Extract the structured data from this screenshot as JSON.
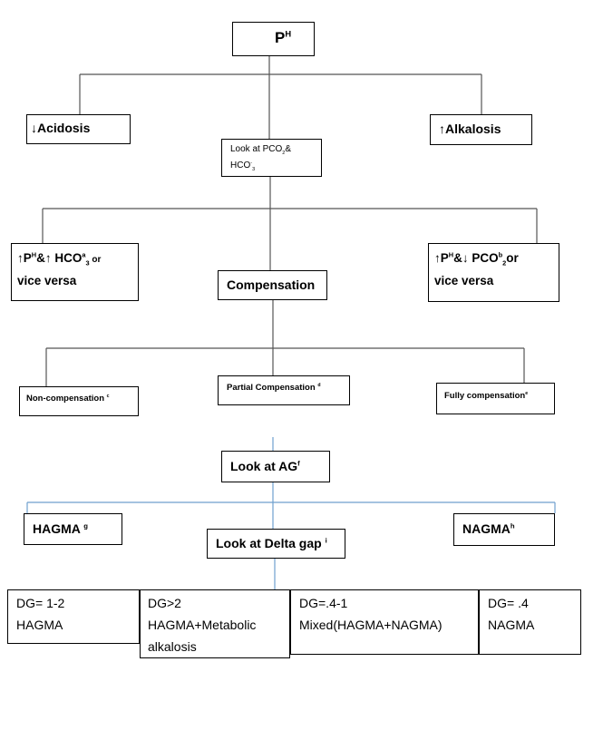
{
  "nodes": {
    "ph": {
      "main": "P",
      "sup": "H"
    },
    "acidosis": {
      "arrow": "↓",
      "label": "Acidosis"
    },
    "alkalosis": {
      "arrow": "↑",
      "label": "Alkalosis"
    },
    "look_pco2": {
      "line1_a": "Look at PCO",
      "line1_sub": "2",
      "line1_b": "&",
      "line2_a": "HCO",
      "line2_sup": "-",
      "line2_sub": "3"
    },
    "left_case": {
      "a1": "↑P",
      "a1_sup": "H",
      "a2": "&↑ HCO",
      "a2_sup": "a",
      "a2_sub": "3",
      "a3": " or",
      "line2": "vice versa"
    },
    "compensation": {
      "label": "Compensation"
    },
    "right_case": {
      "a1": "↑P",
      "a1_sup": "H",
      "a2": "&↓ PCO",
      "a2_sup": "b",
      "a2_sub": "2",
      "a3": "or",
      "line2": "vice versa"
    },
    "non_comp": {
      "label": "Non-compensation",
      "sup": "c"
    },
    "partial_comp": {
      "label": "Partial Compensation",
      "sup": "d"
    },
    "fully_comp": {
      "label": "Fully compensation",
      "sup": "e"
    },
    "look_ag": {
      "label": "Look at AG",
      "sup": "f"
    },
    "hagma": {
      "label": "HAGMA",
      "sup": "g"
    },
    "nagma": {
      "label": "NAGMA",
      "sup": "h"
    },
    "look_dg": {
      "label": "Look at Delta gap",
      "sup": "i"
    }
  },
  "dg_table": [
    {
      "line1": "DG= 1-2",
      "line2": "HAGMA",
      "line3": ""
    },
    {
      "line1": "DG>2",
      "line2": "HAGMA+Metabolic",
      "line3": "alkalosis"
    },
    {
      "line1": "DG=.4-1",
      "line2": "Mixed(HAGMA+NAGMA)",
      "line3": ""
    },
    {
      "line1": "DG= .4",
      "line2": "NAGMA",
      "line3": ""
    }
  ]
}
